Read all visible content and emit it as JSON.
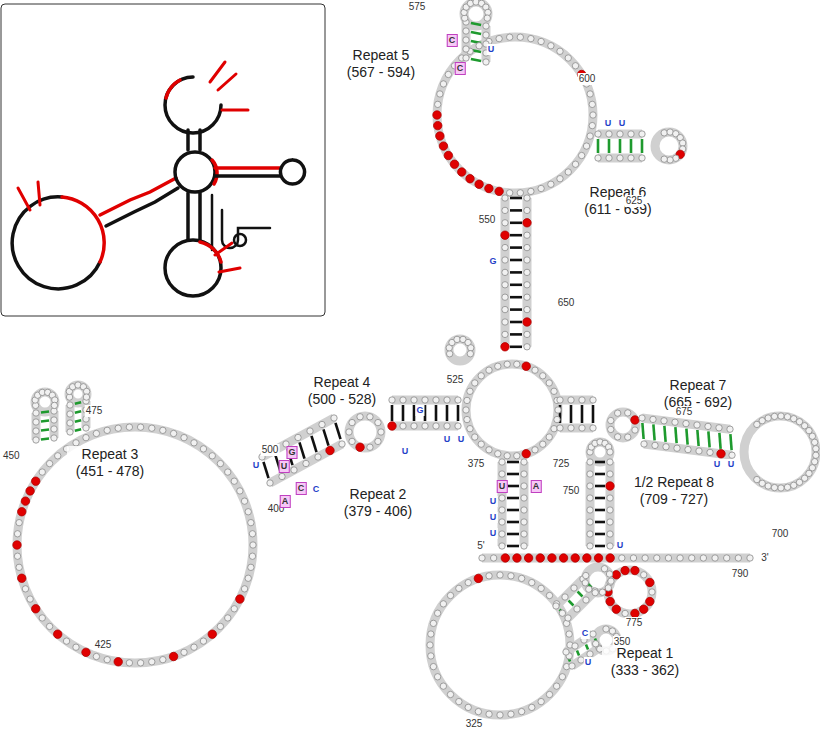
{
  "diagram": {
    "labels": [
      "Repeat 5 (567 - 594)",
      "Repeat 6 (611 - 639)",
      "Repeat 4 (500 - 528)",
      "Repeat 7 (665 - 692)",
      "Repeat 3 (451 - 478)",
      "Repeat 2 (379 - 406)",
      "1/2 Repeat 8 (709 - 727)",
      "Repeat 1 (333 - 362)",
      "575",
      "600",
      "625",
      "550",
      "650",
      "525",
      "475",
      "450",
      "500",
      "400",
      "425",
      "375",
      "725",
      "750",
      "675",
      "700",
      "5'",
      "3'",
      "790",
      "775",
      "350",
      "325",
      "C",
      "C",
      "U",
      "U",
      "U",
      "G",
      "G",
      "U",
      "U",
      "U",
      "U",
      "G",
      "U",
      "C",
      "A",
      "C",
      "U",
      "A",
      "U",
      "U",
      "U",
      "U",
      "U",
      "U",
      "C",
      "U"
    ]
  }
}
